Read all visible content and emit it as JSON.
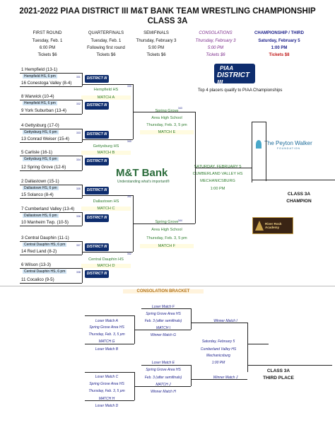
{
  "title": {
    "line1": "2021-2022 PIAA DISTRICT III M&T BANK TEAM WRESTLING CHAMPIONSHIP",
    "line2": "CLASS 3A"
  },
  "rounds": [
    {
      "name": "FIRST ROUND",
      "day": "Tuesday, Feb. 1",
      "time": "6:00 PM",
      "tickets": "Tickets $6"
    },
    {
      "name": "QUARTERFINALS",
      "day": "Tuesday, Feb. 1",
      "time": "Following first round",
      "tickets": "Tickets $6"
    },
    {
      "name": "SEMIFINALS",
      "day": "Thursday, February 3",
      "time": "5:00 PM",
      "tickets": "Tickets $6"
    },
    {
      "name": "CONSOLATIONS",
      "day": "Thursday, February 3",
      "time": "5:00 PM",
      "tickets": "Tickets $6"
    },
    {
      "name": "CHAMPIONSHIP / THIRD",
      "day": "Saturday, February 5",
      "time": "1:00 PM",
      "tickets": "Tickets $8"
    }
  ],
  "teams": [
    "1 Hempfield (13-1)",
    "16 Conestoga Valley (8-4)",
    "8 Warwick (10-4)",
    "9 York Suburban (13-4)",
    "4 Gettysburg (17-0)",
    "13 Conrad Weiser (15-4)",
    "5 Carlisle (16-1)",
    "12 Spring Grove (12-6)",
    "2 Dallastown (15-1)",
    "15 Solanco (8-4)",
    "7 Cumberland Valley (13-4)",
    "10 Manheim Twp. (10-5)",
    "3 Central Dauphin (11-1)",
    "14 Red Land (8-2)",
    "6 Wilson (13-3)",
    "11 Cocalico (9-5)"
  ],
  "first_round_sites": [
    "Hempfield HS, 6 pm",
    "Hempfield HS, 6 pm",
    "Gettysburg HS, 6 pm",
    "Gettysburg HS, 6 pm",
    "Dallastown HS, 6 pm",
    "Dallastown HS, 6 pm",
    "Central Dauphin HS, 6 pm",
    "Central Dauphin HS, 6 pm"
  ],
  "bout_numbers": [
    "331",
    "332",
    "333",
    "334",
    "335",
    "336",
    "337",
    "338",
    "339",
    "340",
    "341",
    "342",
    "343",
    "344"
  ],
  "quarterfinals": [
    {
      "site": "Hempfield HS",
      "match": "MATCH A"
    },
    {
      "site": "Gettysburg HS",
      "match": "MATCH B"
    },
    {
      "site": "Dallastown HS",
      "match": "MATCH C"
    },
    {
      "site": "Central Dauphin HS",
      "match": "MATCH D"
    }
  ],
  "semifinals": [
    {
      "l1": "Spring Grove",
      "l2": "Area High School",
      "l3": "Thursday, Feb. 3, 5 pm",
      "match": "MATCH E"
    },
    {
      "l1": "Spring Grove",
      "l2": "Area High School",
      "l3": "Thursday, Feb. 3, 5 pm",
      "match": "MATCH F"
    }
  ],
  "qualify_note": "Top 4 placers qualify to PIAA Championships",
  "final_info": {
    "l1": "SATURDAY, FEBRUARY 5",
    "l2": "CUMBERLAND VALLEY HS",
    "l3": "MECHANICSBURG",
    "l4": "1:00 PM"
  },
  "champion_label": {
    "l1": "CLASS 3A",
    "l2": "CHAMPION"
  },
  "sponsors": {
    "bank": "M&T Bank",
    "bank_tagline": "Understanding what's important®",
    "peyton": "The Peyton Walker",
    "peyton_sub": "FOUNDATION",
    "riverrock": "River Rock Academy",
    "district_logo_top": "PIAA",
    "district_logo_bottom": "DISTRICT III"
  },
  "consolation": {
    "header": "CONSOLATION BRACKET",
    "top": {
      "loser_f": "Loser Match F",
      "loser_a": "Loser Match A",
      "site1": "Spring Grove Area HS",
      "time1": "Thursday, Feb. 3, 5 pm",
      "match_g": "MATCH G",
      "loser_b": "Loser Match B",
      "site2": "Spring Grove Area HS",
      "time2": "Feb. 3 (after semifinals)",
      "match_i": "MATCH I",
      "winner_g": "Winner Match G",
      "winner_i": "Winner Match I"
    },
    "bottom": {
      "loser_e": "Loser Match E",
      "loser_c": "Loser Match C",
      "site1": "Spring Grove Area HS",
      "time1": "Thursday, Feb. 3, 5 pm",
      "match_h": "MATCH H",
      "loser_d": "Loser Match D",
      "site2": "Spring Grove Area HS",
      "time2": "Feb. 3 (after semifinals)",
      "match_j": "MATCH J",
      "winner_h": "Winner Match H",
      "winner_j": "Winner Match J"
    },
    "third_info": {
      "l1": "Saturday, February 5",
      "l2": "Cumberland Valley HS",
      "l3": "Mechanicsburg",
      "l4": "1:00 PM"
    },
    "third_label": {
      "l1": "CLASS 3A",
      "l2": "THIRD PLACE"
    }
  }
}
